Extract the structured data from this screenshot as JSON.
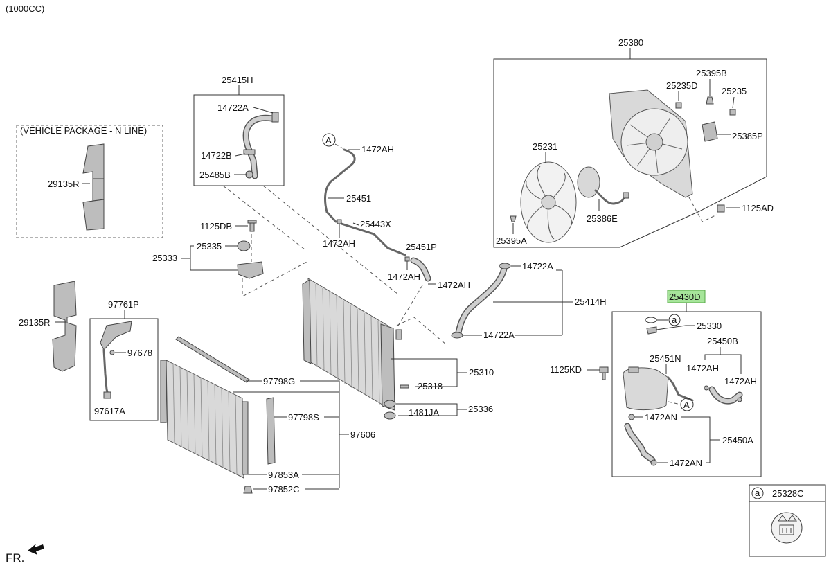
{
  "header": {
    "engine": "(1000CC)"
  },
  "package_box": {
    "title": "(VEHICLE PACKAGE - N LINE)"
  },
  "labels": {
    "p25415H": "25415H",
    "p14722A_1": "14722A",
    "p14722B": "14722B",
    "p25485B": "25485B",
    "p29135R_1": "29135R",
    "p29135R_2": "29135R",
    "p1125DB": "1125DB",
    "p25335": "25335",
    "p25333": "25333",
    "p1472AH_1": "1472AH",
    "p25451": "25451",
    "p1472AH_2": "1472AH",
    "p25443X": "25443X",
    "p25451P": "25451P",
    "p1472AH_3": "1472AH",
    "p1472AH_4": "1472AH",
    "p97761P": "97761P",
    "p97678": "97678",
    "p97617A": "97617A",
    "p97798G": "97798G",
    "p97798S": "97798S",
    "p97606": "97606",
    "p97853A": "97853A",
    "p97852C": "97852C",
    "p25310": "25310",
    "p25318": "25318",
    "p25336": "25336",
    "p1481JA": "1481JA",
    "p14722A_2": "14722A",
    "p25414H": "25414H",
    "p14722A_3": "14722A",
    "p25380": "25380",
    "p25395B": "25395B",
    "p25235D": "25235D",
    "p25235": "25235",
    "p25385P": "25385P",
    "p25231": "25231",
    "p1125AD": "1125AD",
    "p25386E": "25386E",
    "p25395A": "25395A",
    "p25430D": "25430D",
    "p25330": "25330",
    "p25450B": "25450B",
    "p25451N": "25451N",
    "p1472AH_5": "1472AH",
    "p1472AH_6": "1472AH",
    "p1125KD": "1125KD",
    "p1472AN_1": "1472AN",
    "p25450A": "25450A",
    "p1472AN_2": "1472AN",
    "p25328C": "25328C"
  },
  "callouts": {
    "a1": "A",
    "a2": "A",
    "ref_a1": "a",
    "ref_a2": "a"
  },
  "footer": {
    "front": "FR."
  },
  "highlight_color": "#a6e59a"
}
